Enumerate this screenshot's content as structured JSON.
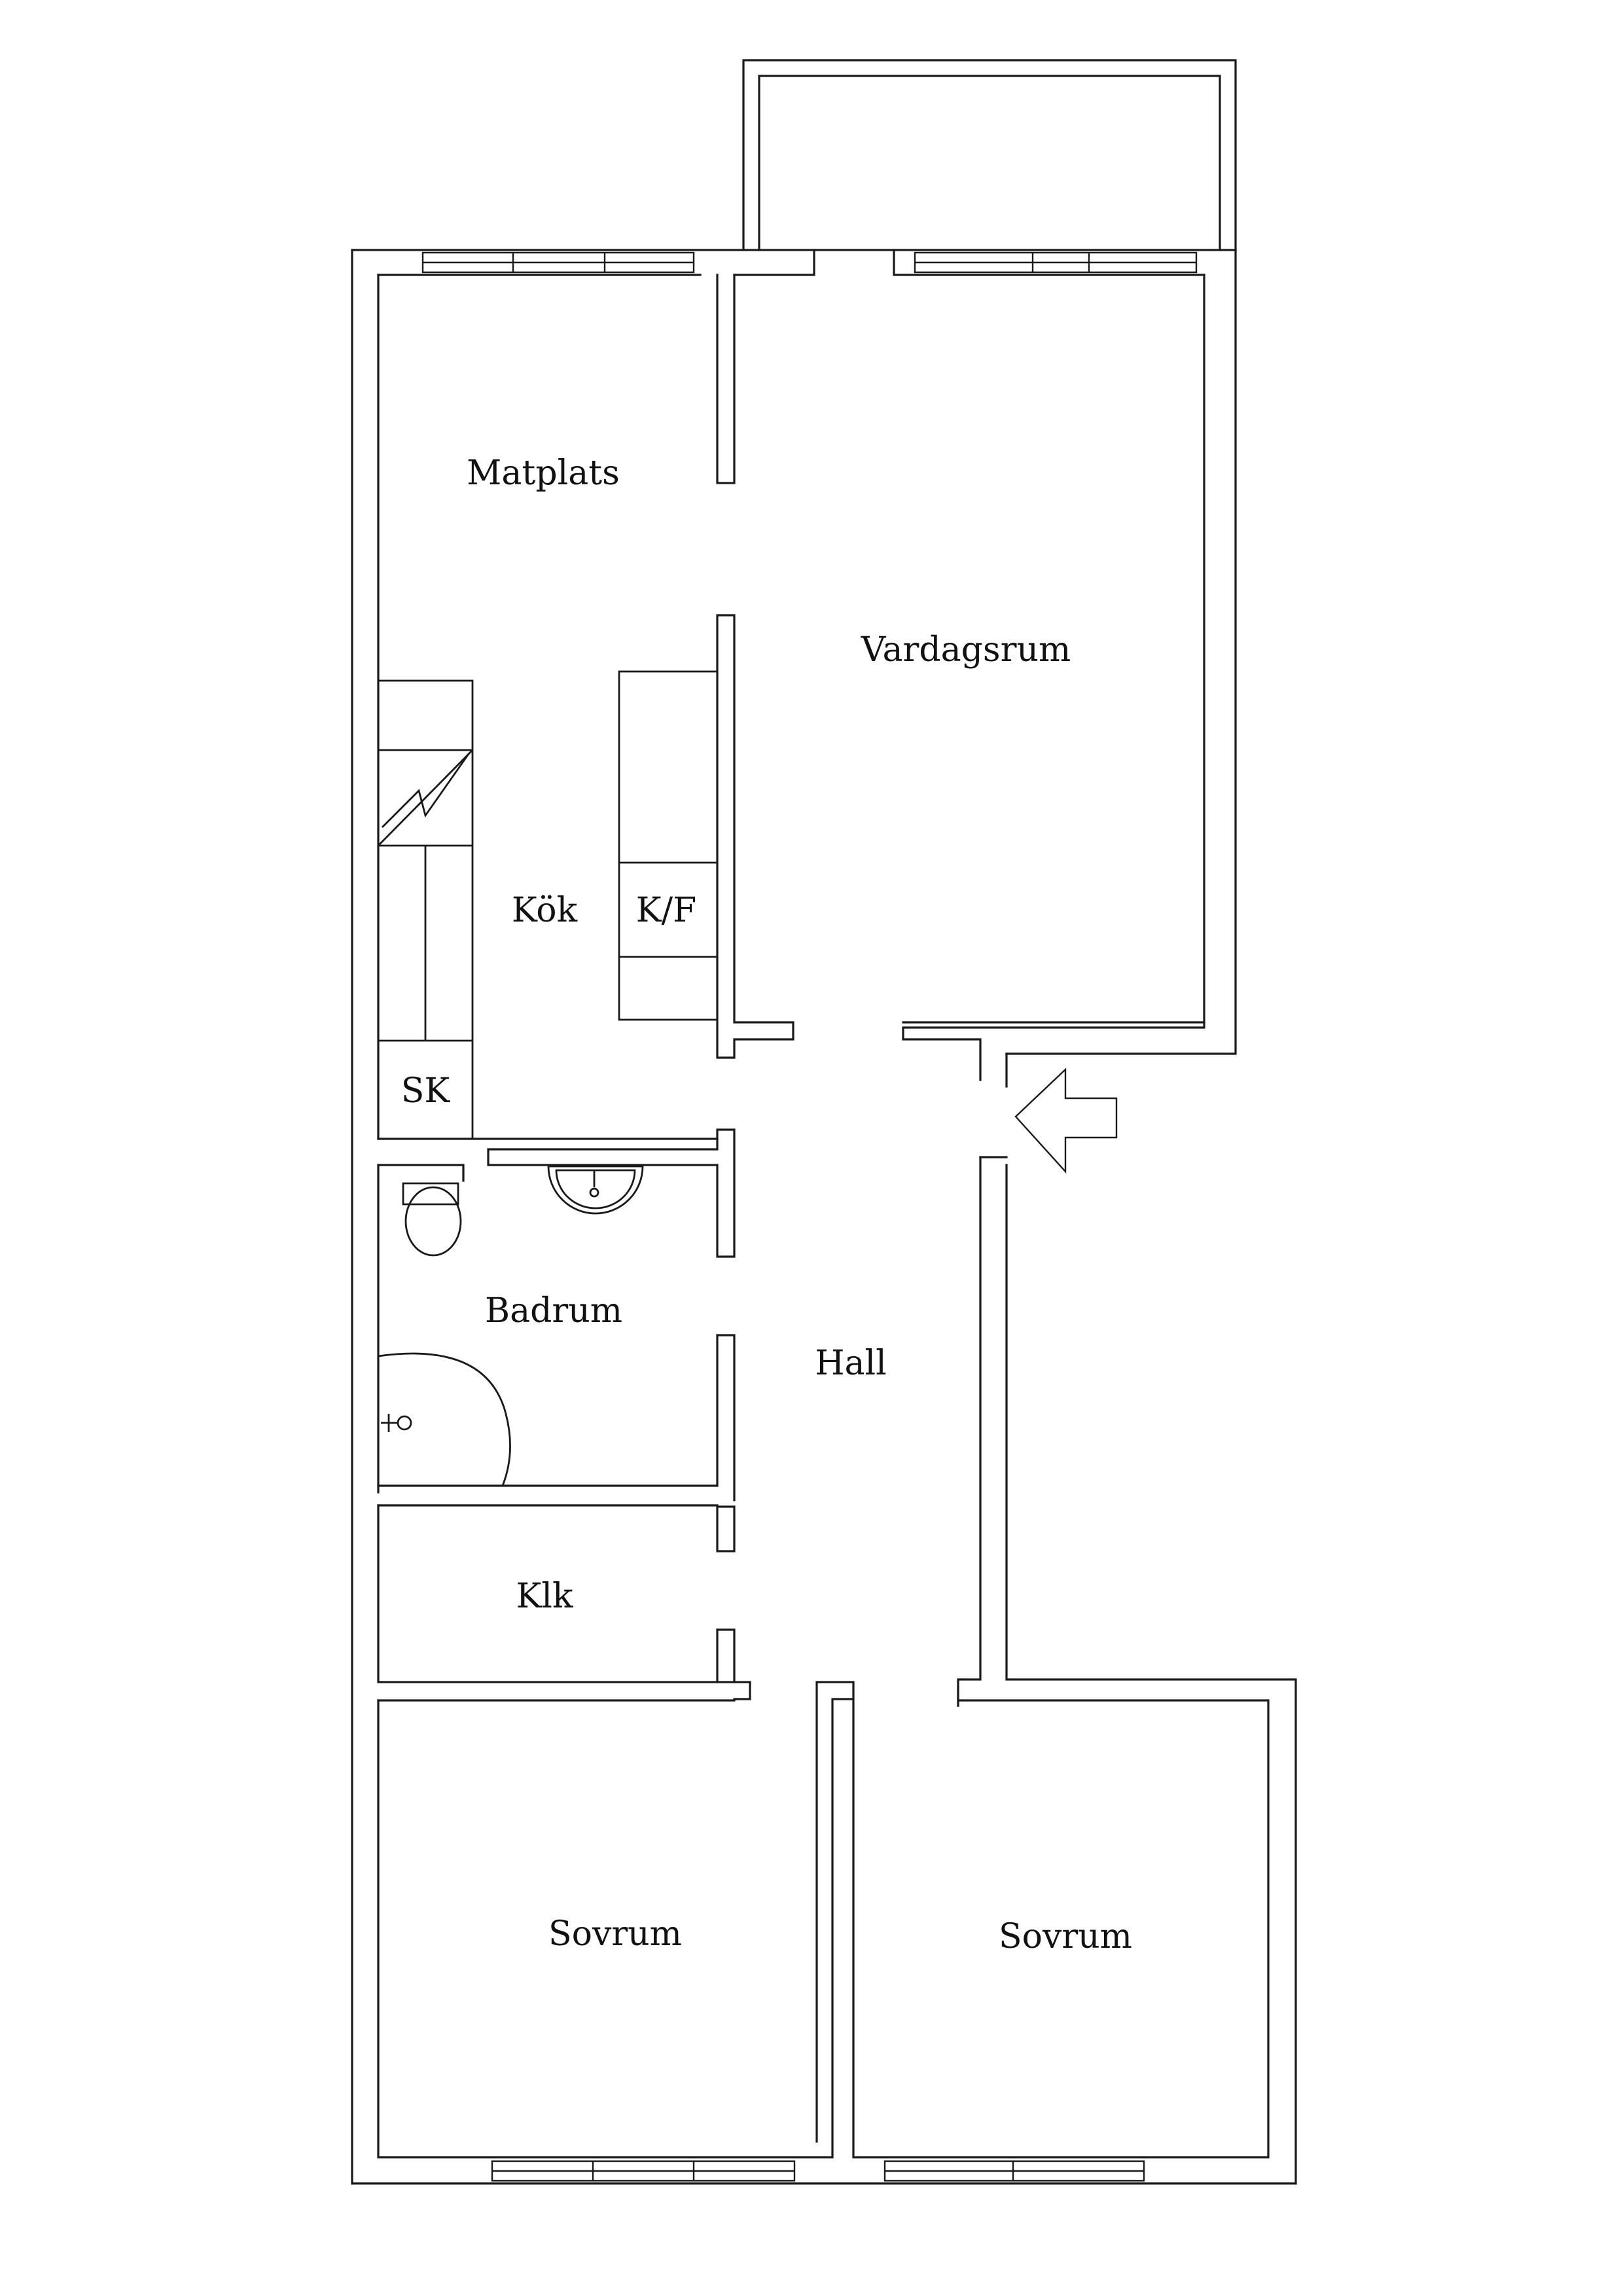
{
  "rooms": {
    "matplats": "Matplats",
    "vardagsrum": "Vardagsrum",
    "kok": "Kök",
    "kf": "K/F",
    "sk": "SK",
    "badrum": "Badrum",
    "hall": "Hall",
    "klk": "Klk",
    "sovrum_left": "Sovrum",
    "sovrum_right": "Sovrum"
  },
  "icons": {
    "entrance": "entrance-arrow-icon",
    "stove": "stove-icon",
    "toilet": "toilet-icon",
    "sink": "sink-icon",
    "shower": "shower-icon"
  },
  "colors": {
    "line": "#1a1a1a",
    "background": "#ffffff"
  }
}
